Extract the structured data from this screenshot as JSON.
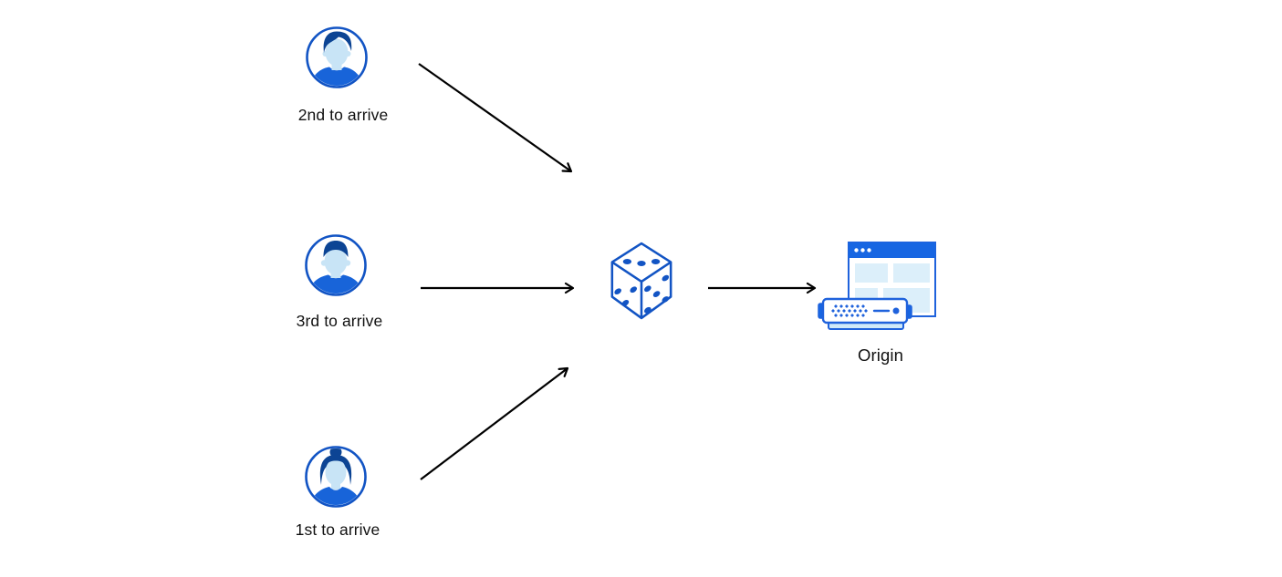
{
  "actors": [
    {
      "label": "2nd to arrive",
      "icon": "user-male-quiff-avatar-icon"
    },
    {
      "label": "3rd to arrive",
      "icon": "user-male-short-hair-avatar-icon"
    },
    {
      "label": "1st to arrive",
      "icon": "user-female-bun-avatar-icon"
    }
  ],
  "selector": {
    "icon": "dice-icon"
  },
  "origin": {
    "label": "Origin",
    "icon": "origin-server-browser-icon"
  },
  "arrows": [
    {
      "from": "user-2nd-to-arrive",
      "to": "dice"
    },
    {
      "from": "user-3rd-to-arrive",
      "to": "dice"
    },
    {
      "from": "user-1st-to-arrive",
      "to": "dice"
    },
    {
      "from": "dice",
      "to": "origin"
    }
  ],
  "colors": {
    "outline_blue": "#1254c4",
    "hair_navy": "#0c4494",
    "shirt_blue": "#1864d9",
    "skin_light_blue": "#c8e4f6",
    "header_blue": "#1766e2",
    "window_blue": "#1f62dc",
    "panel_light_blue": "#dceffa",
    "server_base_blue": "#cfe9f8",
    "arrow_black": "#000000",
    "label_text": "#111111",
    "background": "#ffffff"
  }
}
